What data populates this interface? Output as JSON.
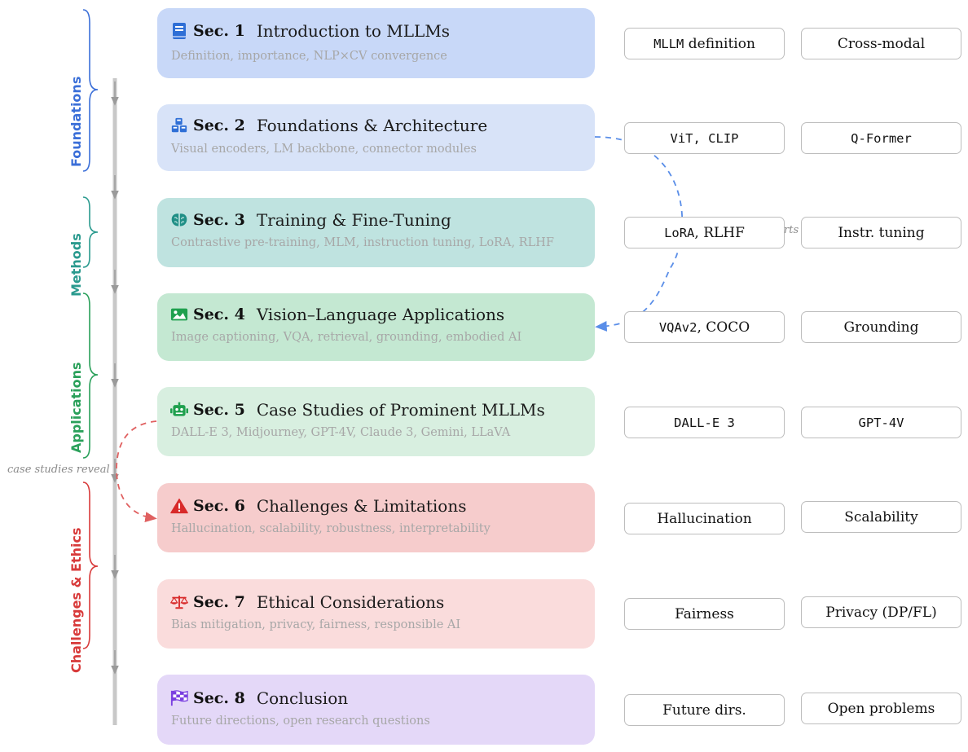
{
  "colors": {
    "foundations": "#3b6fd8",
    "methods": "#2a9a8e",
    "applications": "#2aa05a",
    "challenges": "#d83a3a",
    "spine": "#c8c8c8"
  },
  "groups": [
    {
      "label": "Foundations"
    },
    {
      "label": "Methods"
    },
    {
      "label": "Applications"
    },
    {
      "label": "Challenges & Ethics"
    }
  ],
  "sections": [
    {
      "num": "Sec. 1",
      "title": "Introduction to MLLMs",
      "subtitle": "Definition, importance, NLP×CV convergence",
      "icon": "book-icon",
      "bg": "#c8d8f8",
      "icon_color": "#2f6fd6"
    },
    {
      "num": "Sec. 2",
      "title": "Foundations & Architecture",
      "subtitle": "Visual encoders, LM backbone, connector modules",
      "icon": "cubes-icon",
      "bg": "#d8e3f8",
      "icon_color": "#2f6fd6"
    },
    {
      "num": "Sec. 3",
      "title": "Training & Fine-Tuning",
      "subtitle": "Contrastive pre-training, MLM, instruction tuning, LoRA, RLHF",
      "icon": "brain-icon",
      "bg": "#bfe3e0",
      "icon_color": "#1f8f86"
    },
    {
      "num": "Sec. 4",
      "title": "Vision–Language Applications",
      "subtitle": "Image captioning, VQA, retrieval, grounding, embodied AI",
      "icon": "image-icon",
      "bg": "#c4e8d2",
      "icon_color": "#1fa04e"
    },
    {
      "num": "Sec. 5",
      "title": "Case Studies of Prominent MLLMs",
      "subtitle": "DALL-E 3, Midjourney, GPT-4V, Claude 3, Gemini, LLaVA",
      "icon": "robot-icon",
      "bg": "#d8efe0",
      "icon_color": "#1fa04e"
    },
    {
      "num": "Sec. 6",
      "title": "Challenges & Limitations",
      "subtitle": "Hallucination, scalability, robustness, interpretability",
      "icon": "warning-icon",
      "bg": "#f6cccc",
      "icon_color": "#d82a2a"
    },
    {
      "num": "Sec. 7",
      "title": "Ethical Considerations",
      "subtitle": "Bias mitigation, privacy, fairness, responsible AI",
      "icon": "scale-icon",
      "bg": "#fadcdc",
      "icon_color": "#d82a2a"
    },
    {
      "num": "Sec. 8",
      "title": "Conclusion",
      "subtitle": "Future directions, open research questions",
      "icon": "checkered-flag-icon",
      "bg": "#e4d8f8",
      "icon_color": "#7a3fe0"
    }
  ],
  "tags": [
    [
      "MLLM definition",
      "Cross-modal"
    ],
    [
      "ViT, CLIP",
      "Q-Former"
    ],
    [
      "LoRA, RLHF",
      "Instr. tuning"
    ],
    [
      "VQAv2, COCO",
      "Grounding"
    ],
    [
      "DALL-E 3",
      "GPT-4V"
    ],
    [
      "Hallucination",
      "Scalability"
    ],
    [
      "Fairness",
      "Privacy (DP/FL)"
    ],
    [
      "Future dirs.",
      "Open problems"
    ]
  ],
  "annotations": {
    "case_studies": "case studies reveal",
    "supports_fragment": "rts"
  }
}
